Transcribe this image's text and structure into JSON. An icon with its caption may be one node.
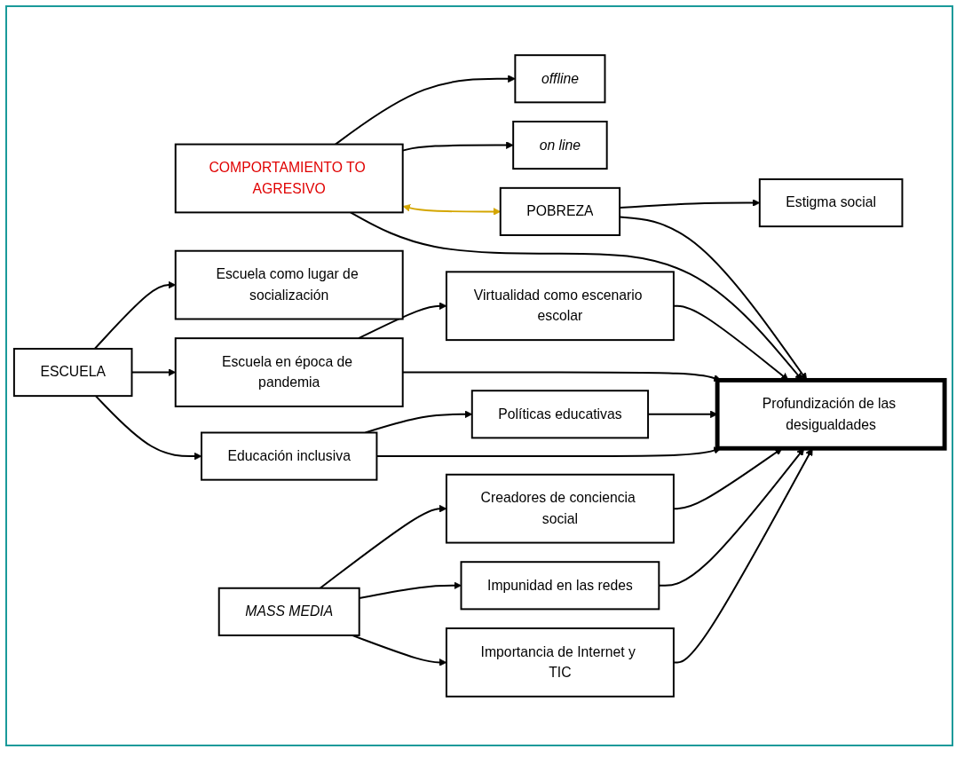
{
  "diagram": {
    "nodes": [
      {
        "text": [
          "COMPORTAMIENTO TO AGRESIVO"
        ]
      },
      {
        "text": [
          "offline"
        ]
      },
      {
        "text": [
          "on line"
        ]
      },
      {
        "text": [
          "ESCUELA"
        ]
      },
      {
        "text": [
          "Escuela como lugar de socialización"
        ]
      },
      {
        "text": [
          "Escuela en época de pandemia"
        ]
      },
      {
        "text": [
          "Virtualidad como escenario escolar"
        ]
      },
      {
        "text": [
          "POBREZA"
        ]
      },
      {
        "text": [
          "Educación inclusiva"
        ]
      },
      {
        "text": [
          "Estigma social"
        ]
      },
      {
        "text": [
          "Políticas educativas"
        ]
      },
      {
        "text": [
          "MASS MEDIA"
        ]
      },
      {
        "text": [
          "Profundización de las desigualdades"
        ]
      },
      {
        "text": [
          "Creadores de conciencia social"
        ]
      },
      {
        "text": [
          "Impunidad en las redes"
        ]
      },
      {
        "text": [
          "Importancia de Internet y TIC"
        ]
      }
    ],
    "edges": [
      {
        "from": 0,
        "to": 1,
        "arrow": "to"
      },
      {
        "from": 0,
        "to": 2,
        "arrow": "to"
      },
      {
        "from": 0,
        "to": 7,
        "arrow": "both",
        "color": "#d4a600"
      },
      {
        "from": 3,
        "to": 4,
        "arrow": "to"
      },
      {
        "from": 3,
        "to": 5,
        "arrow": "to"
      },
      {
        "from": 5,
        "to": 6,
        "arrow": "to"
      },
      {
        "from": 3,
        "to": 8,
        "arrow": "to"
      },
      {
        "from": 8,
        "to": 10,
        "arrow": "to"
      },
      {
        "from": 7,
        "to": 9,
        "arrow": "to"
      },
      {
        "from": 0,
        "to": 12,
        "arrow": "to"
      },
      {
        "from": 7,
        "to": 12,
        "arrow": "to"
      },
      {
        "from": 11,
        "to": 13,
        "arrow": "to"
      },
      {
        "from": 11,
        "to": 14,
        "arrow": "to"
      },
      {
        "from": 11,
        "to": 15,
        "arrow": "to"
      },
      {
        "from": 5,
        "to": 12,
        "arrow": "to"
      },
      {
        "from": 6,
        "to": 12,
        "arrow": "to"
      },
      {
        "from": 8,
        "to": 12,
        "arrow": "to"
      },
      {
        "from": 10,
        "to": 12,
        "arrow": "to"
      },
      {
        "from": 13,
        "to": 12,
        "arrow": "to"
      },
      {
        "from": 14,
        "to": 12,
        "arrow": "to"
      },
      {
        "from": 15,
        "to": 12,
        "arrow": "to"
      }
    ]
  }
}
